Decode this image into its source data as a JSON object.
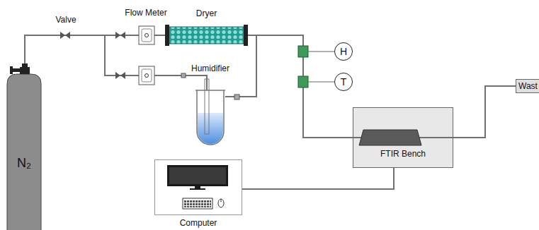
{
  "diagram": {
    "nodes": [
      {
        "text": [
          "N₂"
        ]
      },
      {
        "text": [
          "Dryer"
        ]
      },
      {
        "text": [
          "Humidifier"
        ]
      },
      {
        "text": [
          "H"
        ]
      },
      {
        "text": [
          "T"
        ]
      },
      {
        "text": [
          "FTIR Bench"
        ]
      },
      {
        "text": [
          "Wast"
        ]
      },
      {
        "text": [
          "Computer"
        ]
      }
    ],
    "edges": [
      {
        "from": 0,
        "to": 1,
        "arrow": "none"
      },
      {
        "from": 0,
        "to": 2,
        "arrow": "none"
      },
      {
        "from": 1,
        "to": 5,
        "arrow": "none"
      },
      {
        "from": 2,
        "to": 5,
        "arrow": "none"
      },
      {
        "from": 5,
        "to": 6,
        "arrow": "none"
      },
      {
        "from": 5,
        "to": 7,
        "arrow": "none"
      }
    ],
    "labels": [
      "Valve",
      "Flow Meter"
    ]
  }
}
